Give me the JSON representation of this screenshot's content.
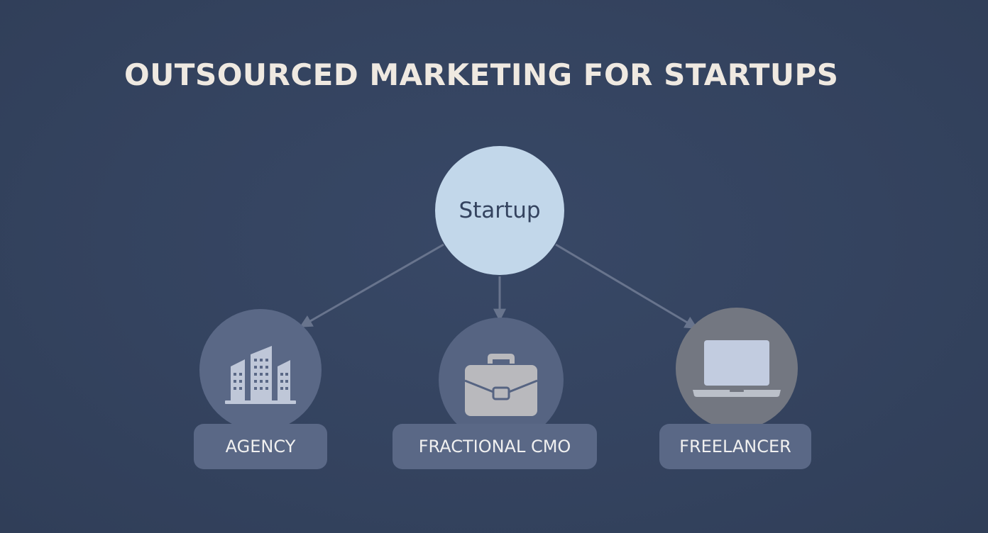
{
  "title": "OUTSOURCED MARKETING FOR STARTUPS",
  "colors": {
    "background": "#34435f",
    "title_text": "#efe9e1",
    "center_circle_fill": "#c2d7ea",
    "center_text": "#34435f",
    "agency_circle_fill": "#5a6886",
    "cmo_circle_fill": "#566482",
    "freelancer_circle_fill": "#737781",
    "pill_fill": "#5a6886",
    "pill_text": "#f0f0f0",
    "icon_light": "#bfc7d8",
    "briefcase_fill": "#b9b9bd",
    "laptop_screen": "#c2cce0",
    "laptop_base": "#bbc0c9",
    "arrow_stroke": "#68748d"
  },
  "diagram": {
    "center": {
      "label": "Startup"
    },
    "nodes": [
      {
        "id": "agency",
        "label": "AGENCY",
        "icon": "buildings-icon"
      },
      {
        "id": "fractional-cmo",
        "label": "FRACTIONAL CMO",
        "icon": "briefcase-icon"
      },
      {
        "id": "freelancer",
        "label": "FREELANCER",
        "icon": "laptop-icon"
      }
    ],
    "edges": [
      {
        "from": "Startup",
        "to": "AGENCY"
      },
      {
        "from": "Startup",
        "to": "FRACTIONAL CMO"
      },
      {
        "from": "Startup",
        "to": "FREELANCER"
      }
    ]
  }
}
